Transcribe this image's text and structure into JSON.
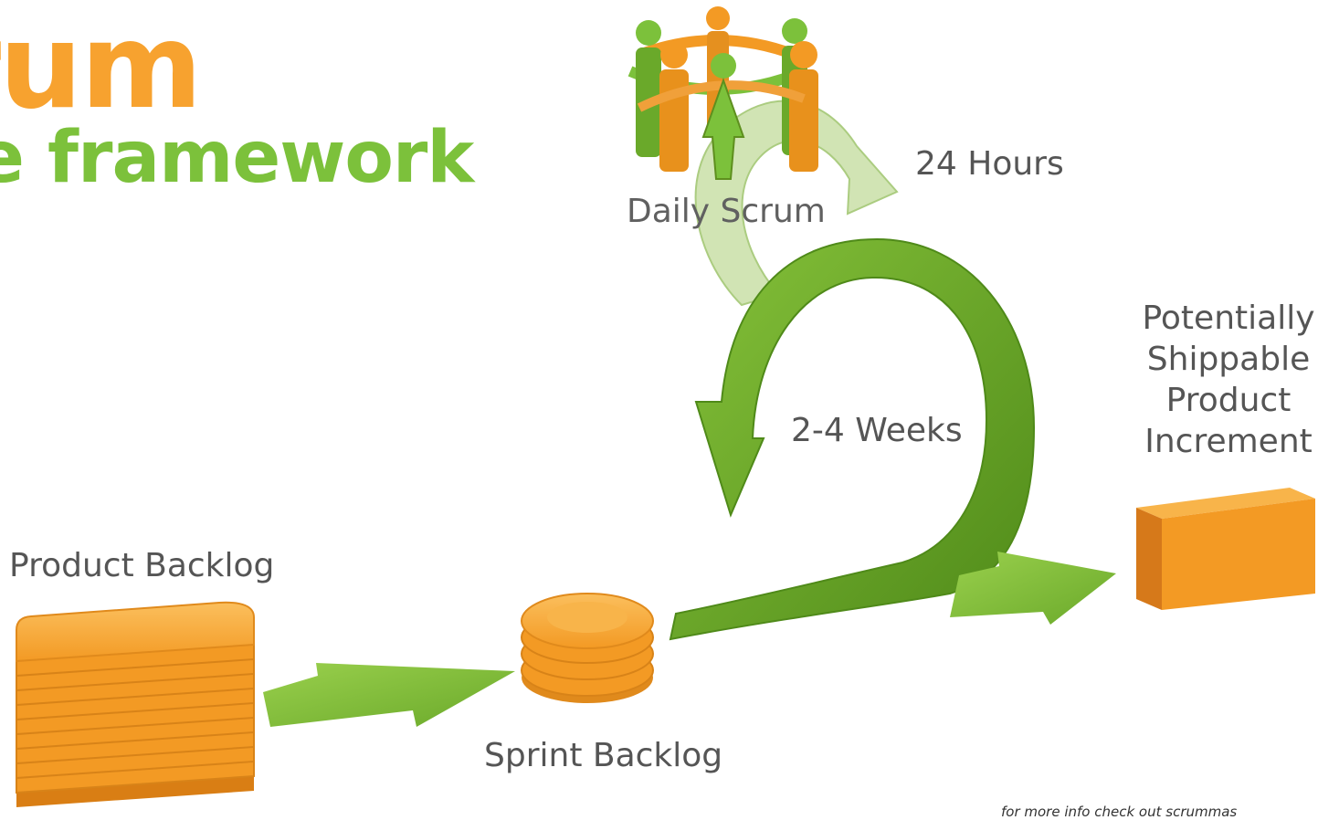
{
  "title": {
    "main": "rum",
    "sub": "e framework"
  },
  "labels": {
    "daily_scrum": "Daily Scrum",
    "hours": "24 Hours",
    "weeks": "2-4 Weeks",
    "product_backlog": "Product Backlog",
    "sprint_backlog": "Sprint Backlog",
    "increment": "Potentially Shippable Product Increment"
  },
  "footnote": "for more info check out scrummas",
  "colors": {
    "orange": "#f7a22f",
    "green": "#7cc13b",
    "dark_green": "#5e8f1e",
    "text_gray": "#555555"
  }
}
